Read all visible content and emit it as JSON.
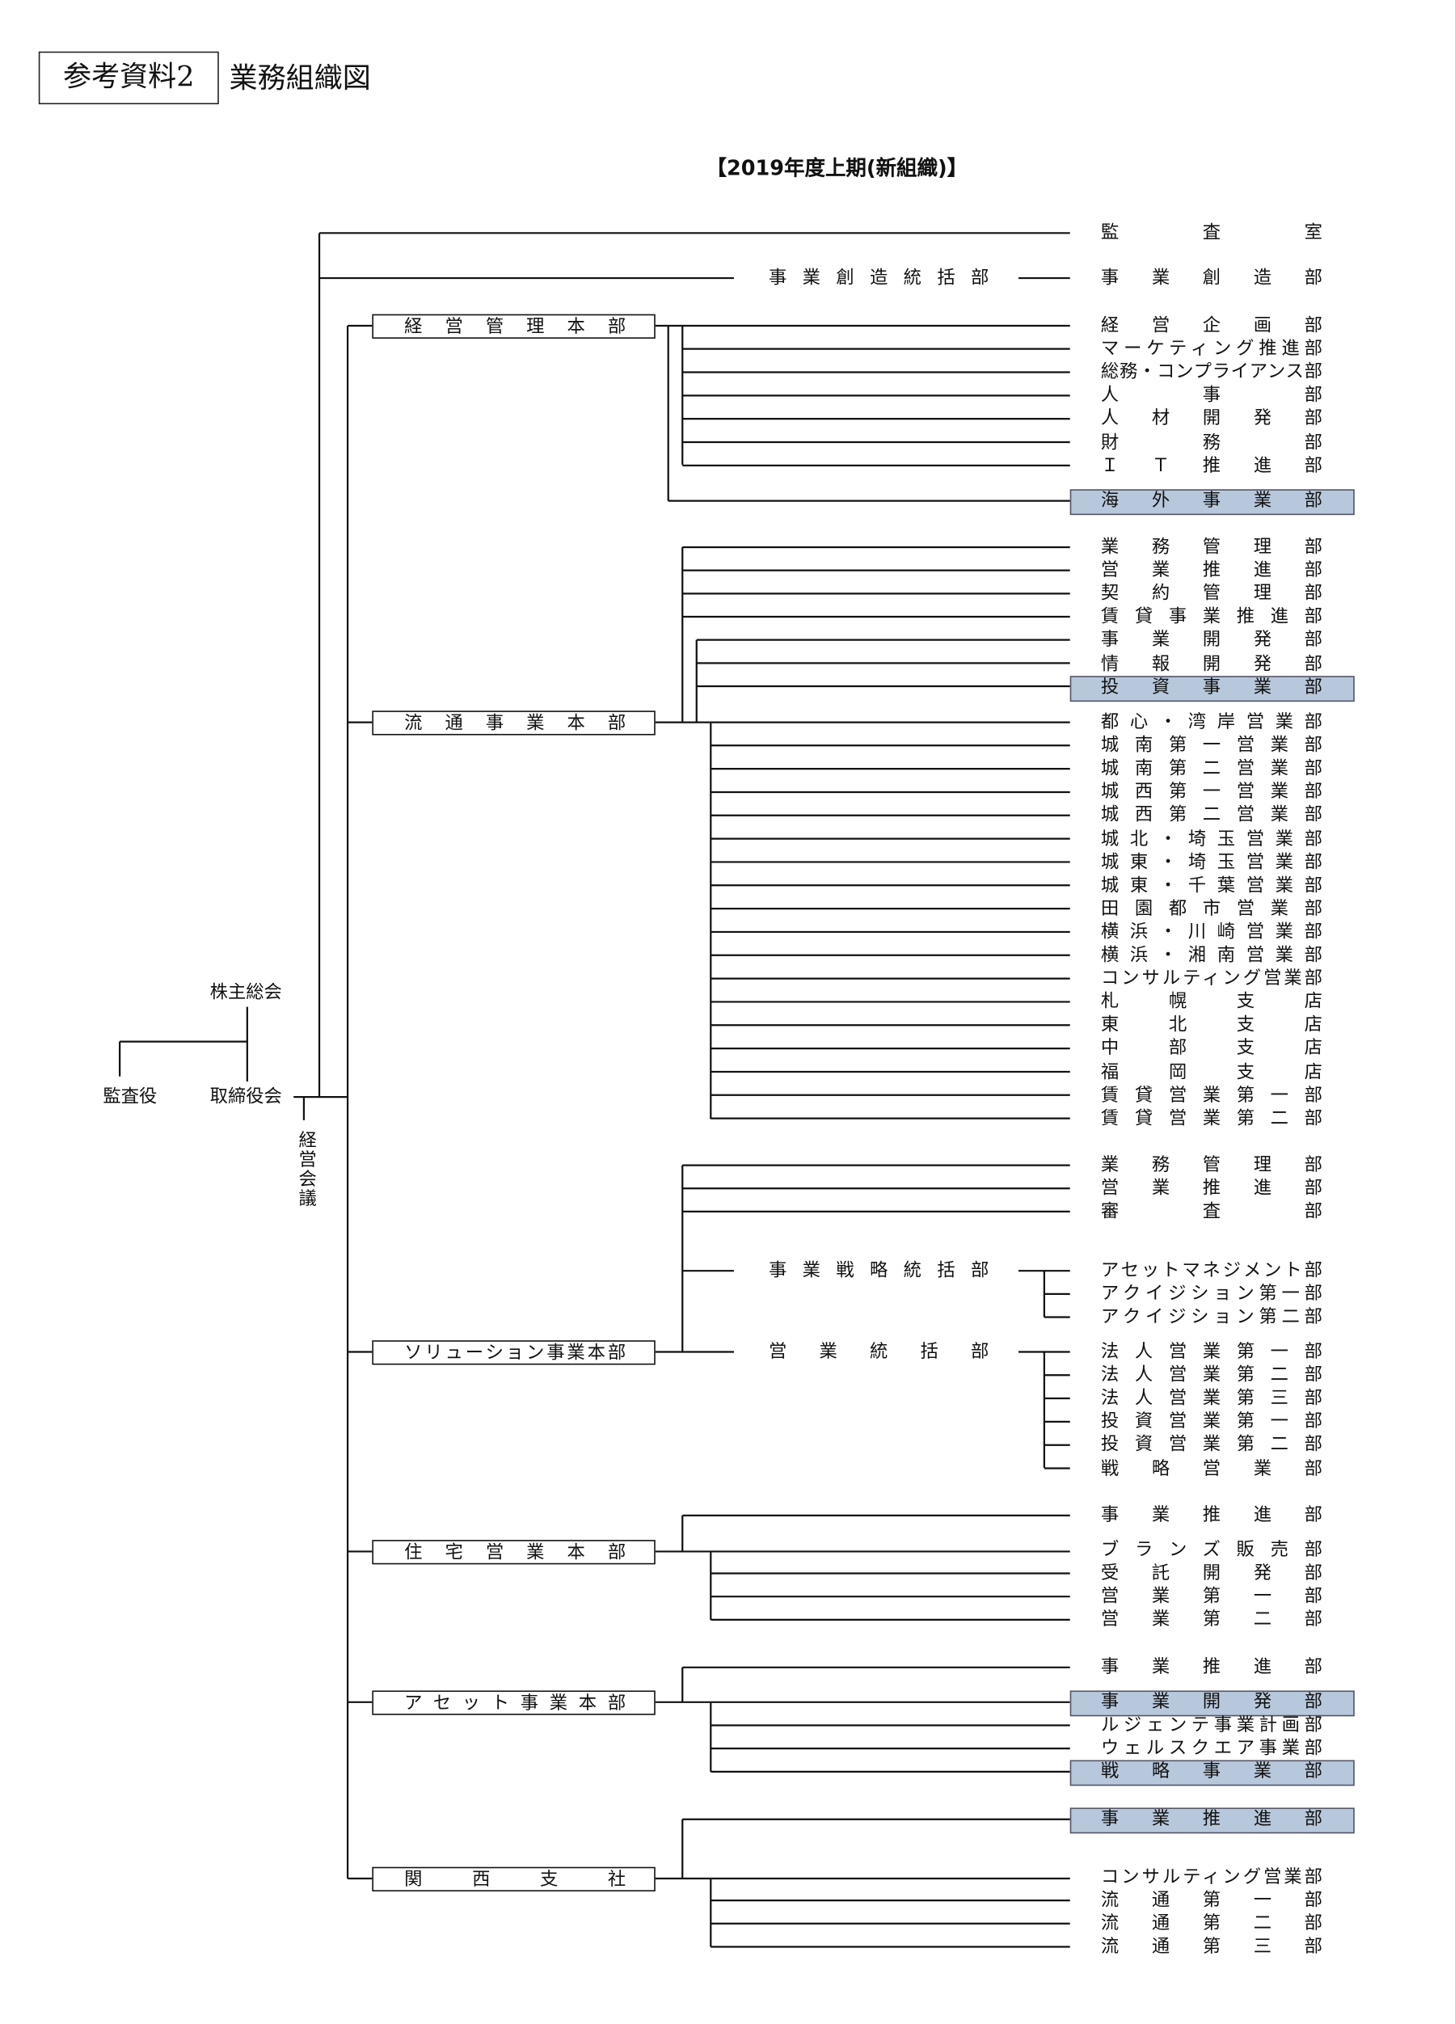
{
  "header": {
    "doc_label": "参考資料2",
    "title": "業務組織図",
    "subtitle": "【2019年度上期(新組織)】"
  },
  "colors": {
    "highlight": "#b8c8dc",
    "line": "#111111"
  },
  "governance": {
    "shareholders": "株主総会",
    "board": "取締役会",
    "auditor": "監査役",
    "management_meeting": "経営会議"
  },
  "top": [
    {
      "label": "監査室"
    },
    {
      "label": "事業創造部"
    }
  ],
  "middle": {
    "business_creation_hq": "事業創造統括部",
    "business_strategy_hq": "事業戦略統括部",
    "sales_hq": "営業統括部"
  },
  "divisions": [
    {
      "name": "経営管理本部",
      "departments": [
        {
          "label": "経営企画部"
        },
        {
          "label": "マーケティング推進部"
        },
        {
          "label": "総務・コンプライアンス部"
        },
        {
          "label": "人事部"
        },
        {
          "label": "人材開発部"
        },
        {
          "label": "財務部"
        },
        {
          "label": "ＩＴ推進部"
        },
        {
          "label": "海外事業部",
          "highlighted": true
        }
      ]
    },
    {
      "name": "流通事業本部",
      "departments": [
        {
          "label": "業務管理部"
        },
        {
          "label": "営業推進部"
        },
        {
          "label": "契約管理部"
        },
        {
          "label": "賃貸事業推進部"
        },
        {
          "label": "事業開発部"
        },
        {
          "label": "情報開発部"
        },
        {
          "label": "投資事業部",
          "highlighted": true
        },
        {
          "label": "都心・湾岸営業部"
        },
        {
          "label": "城南第一営業部"
        },
        {
          "label": "城南第二営業部"
        },
        {
          "label": "城西第一営業部"
        },
        {
          "label": "城西第二営業部"
        },
        {
          "label": "城北・埼玉営業部"
        },
        {
          "label": "城東・埼玉営業部"
        },
        {
          "label": "城東・千葉営業部"
        },
        {
          "label": "田園都市営業部"
        },
        {
          "label": "横浜・川崎営業部"
        },
        {
          "label": "横浜・湘南営業部"
        },
        {
          "label": "コンサルティング営業部"
        },
        {
          "label": "札幌支店"
        },
        {
          "label": "東北支店"
        },
        {
          "label": "中部支店"
        },
        {
          "label": "福岡支店"
        },
        {
          "label": "賃貸営業第一部"
        },
        {
          "label": "賃貸営業第二部"
        }
      ]
    },
    {
      "name": "ソリューション事業本部",
      "departments": [
        {
          "label": "業務管理部"
        },
        {
          "label": "営業推進部"
        },
        {
          "label": "審査部"
        },
        {
          "label": "アセットマネジメント部"
        },
        {
          "label": "アクイジション第一部"
        },
        {
          "label": "アクイジション第二部"
        },
        {
          "label": "法人営業第一部"
        },
        {
          "label": "法人営業第二部"
        },
        {
          "label": "法人営業第三部"
        },
        {
          "label": "投資営業第一部"
        },
        {
          "label": "投資営業第二部"
        },
        {
          "label": "戦略営業部"
        }
      ]
    },
    {
      "name": "住宅営業本部",
      "departments": [
        {
          "label": "事業推進部"
        },
        {
          "label": "ブランズ販売部"
        },
        {
          "label": "受託開発部"
        },
        {
          "label": "営業第一部"
        },
        {
          "label": "営業第二部"
        }
      ]
    },
    {
      "name": "アセット事業本部",
      "departments": [
        {
          "label": "事業推進部"
        },
        {
          "label": "事業開発部",
          "highlighted": true
        },
        {
          "label": "ルジェンテ事業計画部"
        },
        {
          "label": "ウェルスクエア事業部"
        },
        {
          "label": "戦略事業部",
          "highlighted": true
        }
      ]
    },
    {
      "name": "関西支社",
      "departments": [
        {
          "label": "事業推進部",
          "highlighted": true
        },
        {
          "label": "コンサルティング営業部"
        },
        {
          "label": "流通第一部"
        },
        {
          "label": "流通第二部"
        },
        {
          "label": "流通第三部"
        }
      ]
    }
  ]
}
